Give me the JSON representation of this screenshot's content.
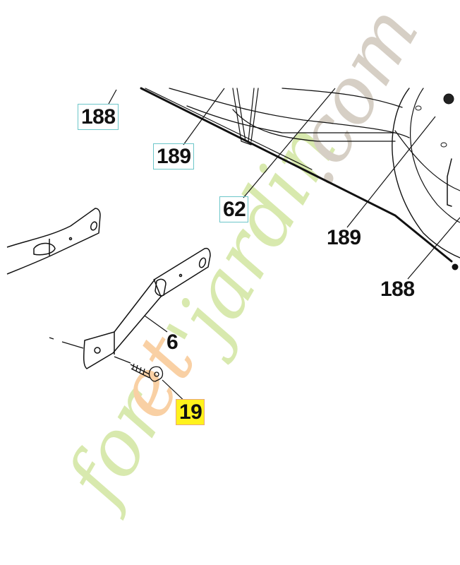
{
  "diagram": {
    "title": "Exploded parts diagram - deck bracket assembly",
    "callouts": [
      {
        "id": "c1",
        "label": "188",
        "style": "boxed"
      },
      {
        "id": "c2",
        "label": "189",
        "style": "boxed"
      },
      {
        "id": "c3",
        "label": "62",
        "style": "boxed"
      },
      {
        "id": "c4",
        "label": "189",
        "style": "plain"
      },
      {
        "id": "c5",
        "label": "188",
        "style": "plain"
      },
      {
        "id": "c6",
        "label": "6",
        "style": "plain"
      },
      {
        "id": "c7",
        "label": "19",
        "style": "highlight"
      }
    ],
    "parts": [
      {
        "name": "deck-housing",
        "ref": "62"
      },
      {
        "name": "bracket",
        "ref": "6"
      },
      {
        "name": "bolt",
        "ref": "19"
      },
      {
        "name": "belt-guide-outer",
        "ref": "188"
      },
      {
        "name": "belt-guide-inner",
        "ref": "189"
      }
    ]
  },
  "watermark": {
    "part1": "for",
    "part2": "et",
    "part3": "'jardin",
    "part4": ".com",
    "colors": {
      "green": "#d3e6a6",
      "orange": "#f8c99a",
      "grey": "#d2cbc1"
    }
  },
  "colors": {
    "callout_box_border": "#6cc6c9",
    "highlight_fill": "#fff21c",
    "line": "#111111"
  }
}
